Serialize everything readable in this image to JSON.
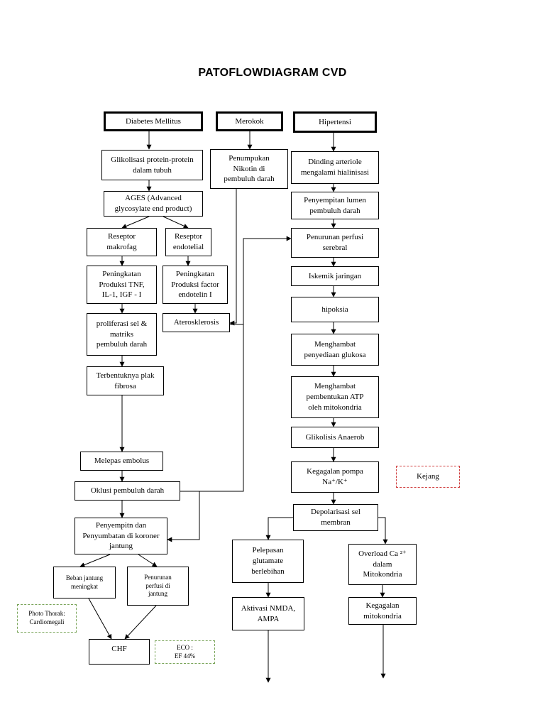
{
  "title": "PATOFLOWDIAGRAM CVD",
  "boxes": {
    "diabetes": "Diabetes Mellitus",
    "merokok": "Merokok",
    "hipertensi": "Hipertensi",
    "glikolisasi": "Glikolisasi protein-protein\ndalam tubuh",
    "penumpukan": "Penumpukan\nNikotin di\npembuluh darah",
    "dinding": "Dinding arteriole\nmengalami hialinisasi",
    "ages": "AGES (Advanced\nglycosylate end product)",
    "penyempitan_lumen": "Penyempitan lumen\npembuluh darah",
    "reseptor_makrofag": "Reseptor\nmakrofag",
    "reseptor_endotelial": "Reseptor\nendotelial",
    "penurunan_perfusi_serebral": "Penurunan perfusi\nserebral",
    "peningkatan_tnf": "Peningkatan\nProduksi TNF,\nIL-1, IGF - I",
    "peningkatan_endotelin": "Peningkatan\nProduksi factor\nendotelin I",
    "iskemik": "Iskemik jaringan",
    "proliferasi": "proliferasi sel &\nmatriks\npembuluh darah",
    "aterosklerosis": "Aterosklerosis",
    "hipoksia": "hipoksia",
    "menghambat_glukosa": "Menghambat\npenyediaan glukosa",
    "plak": "Terbentuknya plak\nfibrosa",
    "menghambat_atp": "Menghambat\npembentukan ATP\noleh mitokondria",
    "glikolisis": "Glikolisis Anaerob",
    "melepas_embolus": "Melepas embolus",
    "kegagalan_pompa": "Kegagalan pompa\nNa⁺/K⁺",
    "kejang": "Kejang",
    "oklusi": "Oklusi  pembuluh darah",
    "depolarisasi": "Depolarisasi sel\nmembran",
    "penyempitan_koroner": "Penyempitn dan\nPenyumbatan di koroner\njantung",
    "pelepasan_glutamate": "Pelepasan\nglutamate\nberlebihan",
    "overload_ca": "Overload Ca ²⁺\ndalam\nMitokondria",
    "beban_jantung": "Beban jantung\nmeningkat",
    "penurunan_perfusi_jantung": "Penurunan\nperfusi di\njantung",
    "foto_thorak": "Photo Thorak:\nCardiomegali",
    "aktivasi_nmda": "Aktivasi NMDA,\nAMPA",
    "kegagalan_mitokondria": "Kegagalan\nmitokondria",
    "chf": "CHF",
    "eco": "ECO :\nEF 44%"
  }
}
